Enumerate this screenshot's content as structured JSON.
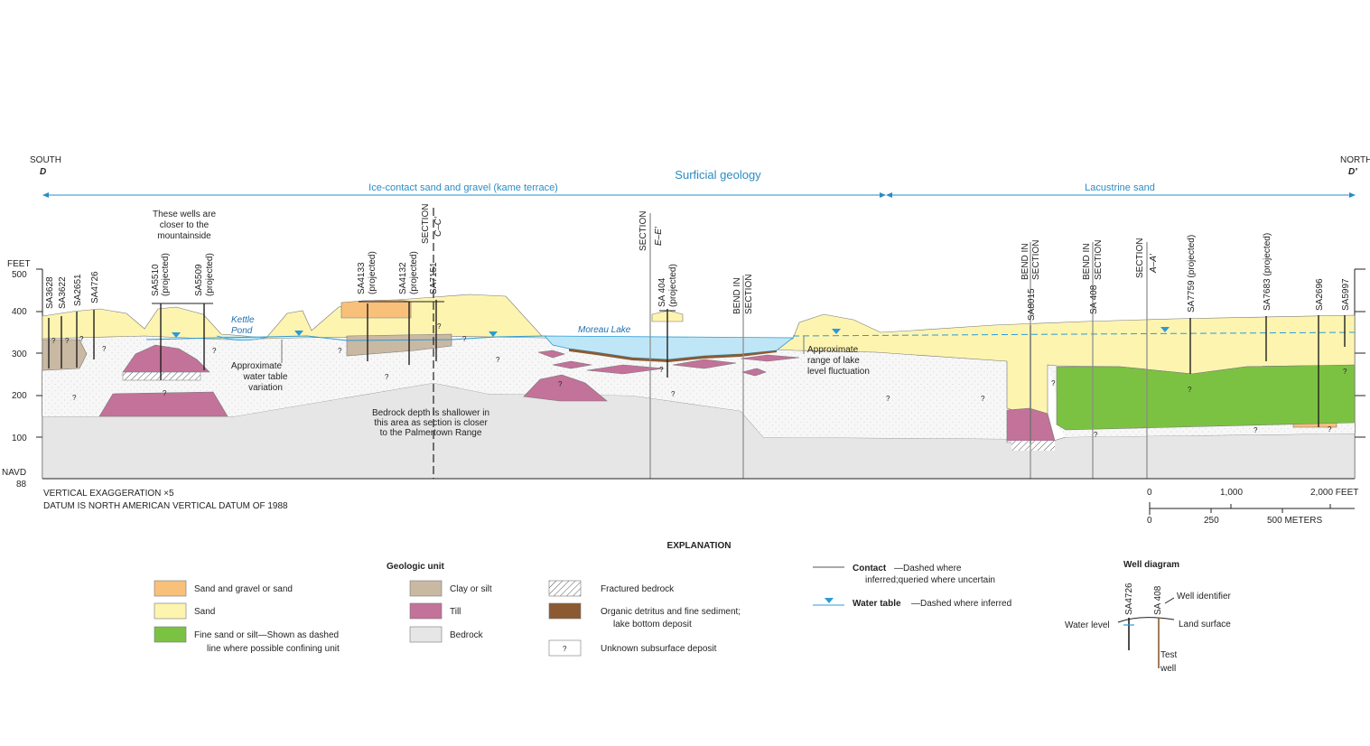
{
  "ends": {
    "south_label": "SOUTH",
    "south_letter": "D",
    "north_label": "NORTH",
    "north_letter": "D′"
  },
  "surficial": {
    "title": "Surficial geology",
    "left_label": "Ice-contact sand and gravel (kame terrace)",
    "right_label": "Lacustrine sand"
  },
  "axis": {
    "units": "FEET",
    "ticks": [
      "500",
      "400",
      "300",
      "200",
      "100"
    ],
    "datum_label_1": "NAVD",
    "datum_label_2": "88"
  },
  "wells": {
    "sa3628": "SA3628",
    "sa3622": "SA3622",
    "sa2651": "SA2651",
    "sa4726": "SA4726",
    "sa5510": "SA5510",
    "sa5509": "SA5509",
    "sa4133": "SA4133",
    "sa4132": "SA4132",
    "sa7151": "SA7151",
    "sa404": "SA 404",
    "sa8015": "SA8015",
    "sa408": "SA 408",
    "sa7759": "SA7759 (projected)",
    "sa7683": "SA7683 (projected)",
    "sa2696": "SA2696",
    "sa5997": "SA5997",
    "projected": "(projected)"
  },
  "sections": {
    "section_word": "SECTION",
    "cc": "C–C′",
    "ee": "E–E′",
    "aa": "A–A′",
    "bend_in": "BEND IN",
    "section": "SECTION"
  },
  "annotations": {
    "closer_1": "These wells are",
    "closer_2": "closer to  the",
    "closer_3": "mountainside",
    "kettle_1": "Kettle",
    "kettle_2": "Pond",
    "approx_wt_1": "Approximate",
    "approx_wt_2": "water table",
    "approx_wt_3": "variation",
    "moreau": "Moreau Lake",
    "lake_range_1": "Approximate",
    "lake_range_2": "range of lake",
    "lake_range_3": "level fluctuation",
    "bedrock_1": "Bedrock depth is shallower in",
    "bedrock_2": "this area as section is closer",
    "bedrock_3": "to the Palmertown Range",
    "q": "?"
  },
  "footer": {
    "vert_exag": "VERTICAL EXAGGERATION ×5",
    "datum": "DATUM IS NORTH AMERICAN VERTICAL DATUM OF 1988"
  },
  "scale": {
    "ft_0": "0",
    "ft_1000": "1,000",
    "ft_2000": "2,000 FEET",
    "m_0": "0",
    "m_250": "250",
    "m_500": "500 METERS"
  },
  "explanation": {
    "title": "EXPLANATION",
    "geologic_unit": "Geologic unit",
    "sand_gravel": "Sand and gravel or sand",
    "sand": "Sand",
    "fine_1": "Fine sand or silt—Shown as dashed",
    "fine_2": "line where possible confining unit",
    "clay": "Clay or silt",
    "till": "Till",
    "bedrock": "Bedrock",
    "fractured": "Fractured bedrock",
    "organic_1": "Organic detritus and fine sediment;",
    "organic_2": "lake bottom deposit",
    "unknown": "Unknown subsurface deposit",
    "contact_bold": "Contact",
    "contact_rest": "—Dashed where",
    "contact_2": "inferred;queried where uncertain",
    "water_bold": "Water table",
    "water_rest": "—Dashed where inferred",
    "well_diagram": "Well diagram",
    "wd_sa4726": "SA4726",
    "wd_sa408": "SA 408",
    "well_identifier": "Well identifier",
    "water_level": "Water level",
    "land_surface": "Land surface",
    "test_1": "Test",
    "test_2": "well"
  },
  "colors": {
    "sand_gravel": "#f9c07a",
    "sand": "#fdf4b0",
    "fine": "#7cc242",
    "clay": "#c9b9a3",
    "till": "#c3729a",
    "bedrock": "#e6e6e6",
    "organic": "#8b5a32",
    "lake": "#bfe6f6",
    "water_table": "#2b9bd5",
    "unknown": "#f6f6f6"
  }
}
